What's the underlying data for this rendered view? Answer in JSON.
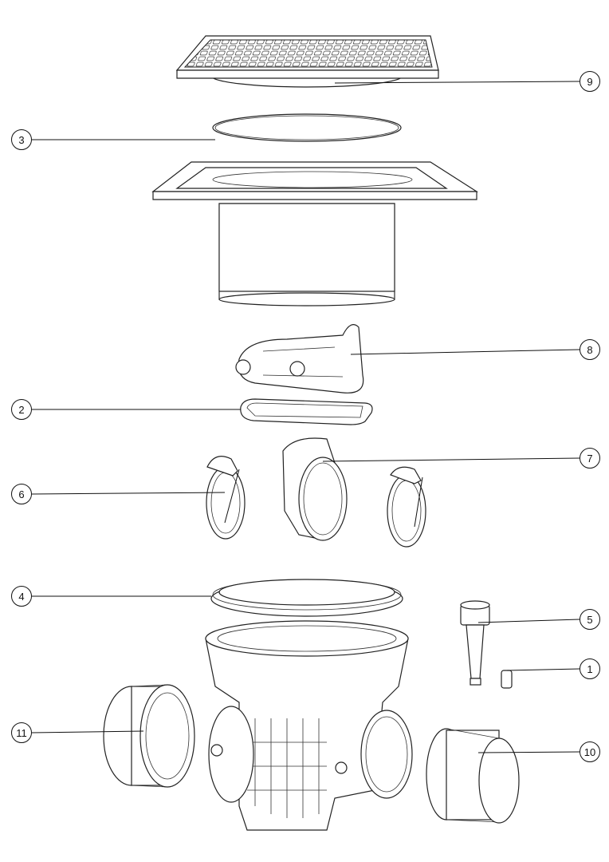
{
  "title": "Exploded view of drain assembly",
  "callouts": [
    {
      "id": "9",
      "label": "9"
    },
    {
      "id": "3",
      "label": "3"
    },
    {
      "id": "8",
      "label": "8"
    },
    {
      "id": "2",
      "label": "2"
    },
    {
      "id": "7",
      "label": "7"
    },
    {
      "id": "6",
      "label": "6"
    },
    {
      "id": "4",
      "label": "4"
    },
    {
      "id": "5",
      "label": "5"
    },
    {
      "id": "1",
      "label": "1"
    },
    {
      "id": "11",
      "label": "11"
    },
    {
      "id": "10",
      "label": "10"
    }
  ]
}
